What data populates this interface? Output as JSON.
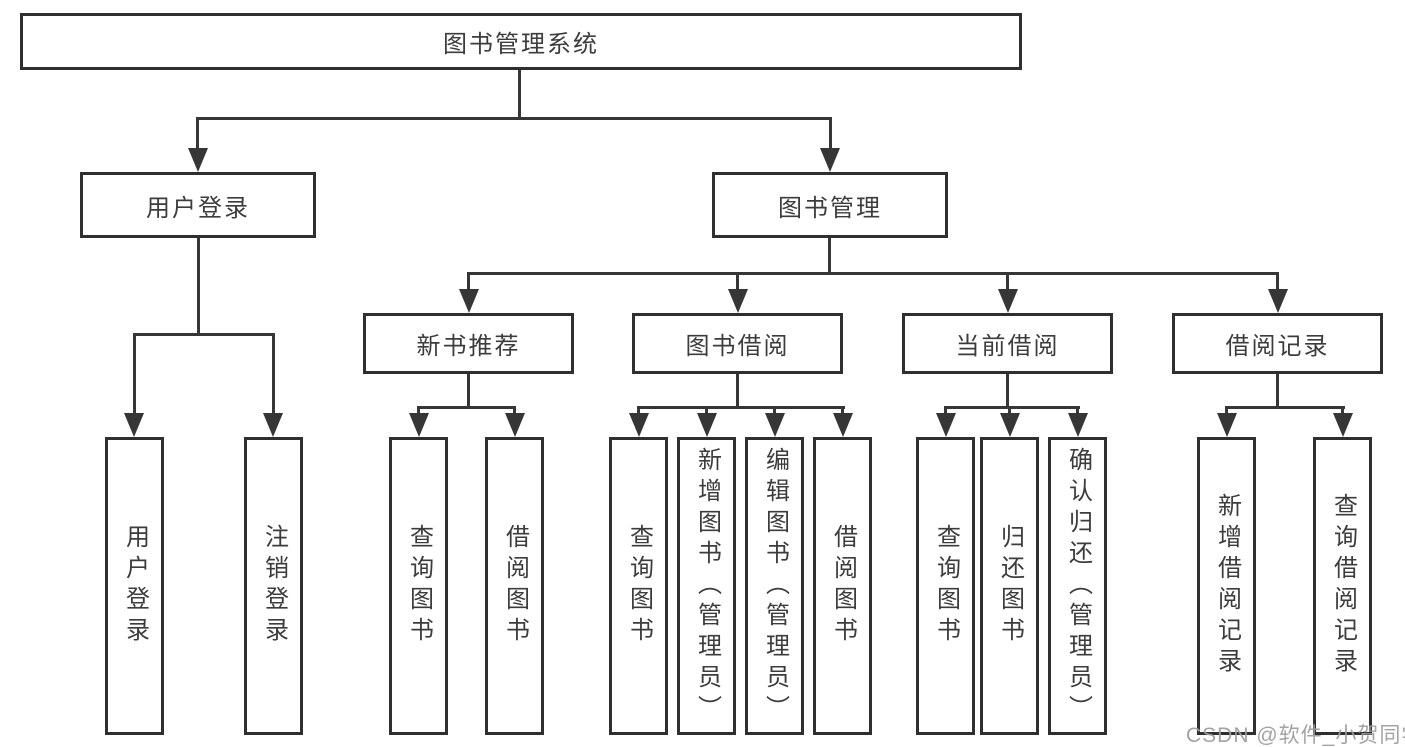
{
  "diagram": {
    "root": {
      "label": "图书管理系统"
    },
    "branches": [
      {
        "label": "用户登录",
        "children": [
          {
            "label": "用户登录"
          },
          {
            "label": "注销登录"
          }
        ]
      },
      {
        "label": "图书管理",
        "children": [
          {
            "label": "新书推荐",
            "children": [
              {
                "label": "查询图书"
              },
              {
                "label": "借阅图书"
              }
            ]
          },
          {
            "label": "图书借阅",
            "children": [
              {
                "label": "查询图书"
              },
              {
                "label": "新增图书（管理员）"
              },
              {
                "label": "编辑图书（管理员）"
              },
              {
                "label": "借阅图书"
              }
            ]
          },
          {
            "label": "当前借阅",
            "children": [
              {
                "label": "查询图书"
              },
              {
                "label": "归还图书"
              },
              {
                "label": "确认归还（管理员）"
              }
            ]
          },
          {
            "label": "借阅记录",
            "children": [
              {
                "label": "新增借阅记录"
              },
              {
                "label": "查询借阅记录"
              }
            ]
          }
        ]
      }
    ]
  },
  "watermark": {
    "text": "CSDN @软件_小贺同学"
  },
  "colors": {
    "line": "#363636",
    "box_border": "#2f2f2f",
    "text": "#3c3c3c",
    "watermark": "#9e9e9e",
    "background": "#ffffff"
  }
}
